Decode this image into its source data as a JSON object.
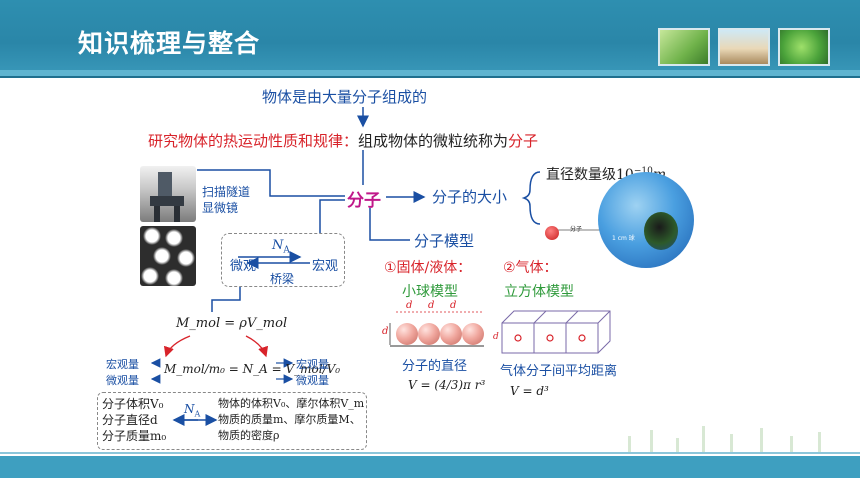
{
  "header": {
    "title": "知识梳理与整合"
  },
  "top_statement": "物体是由大量分子组成的",
  "research_line": {
    "highlight": "研究物体的热运动性质和规律：",
    "plain": "组成物体的微粒统称为",
    "term": "分子"
  },
  "microscope_label": [
    "扫描隧道",
    "显微镜"
  ],
  "center": {
    "molecule": "分子",
    "size_label": "分子的大小",
    "model_label": "分子模型",
    "magnitude": "直径数量级10",
    "magnitude_exp": "−10",
    "magnitude_unit": "m"
  },
  "bridge_box": {
    "na": "N",
    "na_sub": "A",
    "micro": "微观",
    "macro": "宏观",
    "bridge": "桥梁"
  },
  "illustration": {
    "molecule_tag": "分子",
    "scale_tag": "1 cm",
    "ball_tag": "球"
  },
  "models": {
    "solid_liquid_title": "①固体/液体：",
    "gas_title": "②气体：",
    "ball_model": "小球模型",
    "cube_model": "立方体模型",
    "diameter_caption": "分子的直径",
    "distance_caption": "气体分子间平均距离",
    "d_label": "d",
    "ball_formula": "V = (4/3)π r³",
    "cube_formula": "V = d³"
  },
  "formulas": {
    "molar_mass": "M_mol = ρV_mol",
    "macro_left": "宏观量",
    "micro_left": "微观量",
    "macro_right": "宏观量",
    "micro_right": "微观量",
    "equation": "M_mol/m₀ = N_A = V_mol/V₀"
  },
  "info_box": {
    "left": [
      "分子体积V₀",
      "分子直径d",
      "分子质量m₀"
    ],
    "na": "N",
    "na_sub": "A",
    "right": [
      "物体的体积V₀、摩尔体积V_m",
      "物质的质量m、摩尔质量M、",
      "物质的密度ρ"
    ]
  },
  "colors": {
    "header": "#2a86a8",
    "footer": "#3e9fc0",
    "text_blue": "#1a4fa3",
    "text_red": "#d8232a",
    "text_green": "#2f9a3b",
    "molecule_pink": "#c0188a"
  }
}
